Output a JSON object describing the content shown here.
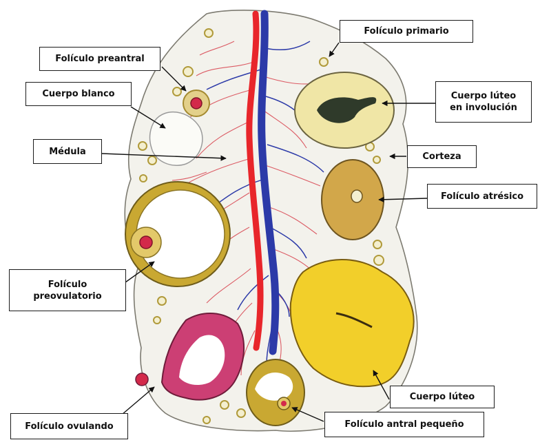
{
  "colors": {
    "artery": "#e8262b",
    "vein": "#2c3aa8",
    "capillary": "#d94a55",
    "stroma": "#f3f2ec",
    "follicle_ring": "#c9a832",
    "corpus_luteum": "#f2cf2a",
    "involuting_luteum": "#f0e6a6",
    "ovulating_follicle": "#cc3f74",
    "oocyte": "#d3294a",
    "label_border": "#1a1a1a"
  },
  "labels": {
    "foliculo_primario": "Folículo primario",
    "foliculo_preantral": "Folículo preantral",
    "cuerpo_blanco": "Cuerpo blanco",
    "cuerpo_luteo_involucion": "Cuerpo lúteo\nen involución",
    "medula": "Médula",
    "corteza": "Corteza",
    "foliculo_atresico": "Folículo atrésico",
    "foliculo_preovulatorio": "Folículo\npreovulatorio",
    "cuerpo_luteo": "Cuerpo lúteo",
    "foliculo_ovulando": "Folículo ovulando",
    "foliculo_antral_pequeno": "Folículo antral pequeño"
  }
}
